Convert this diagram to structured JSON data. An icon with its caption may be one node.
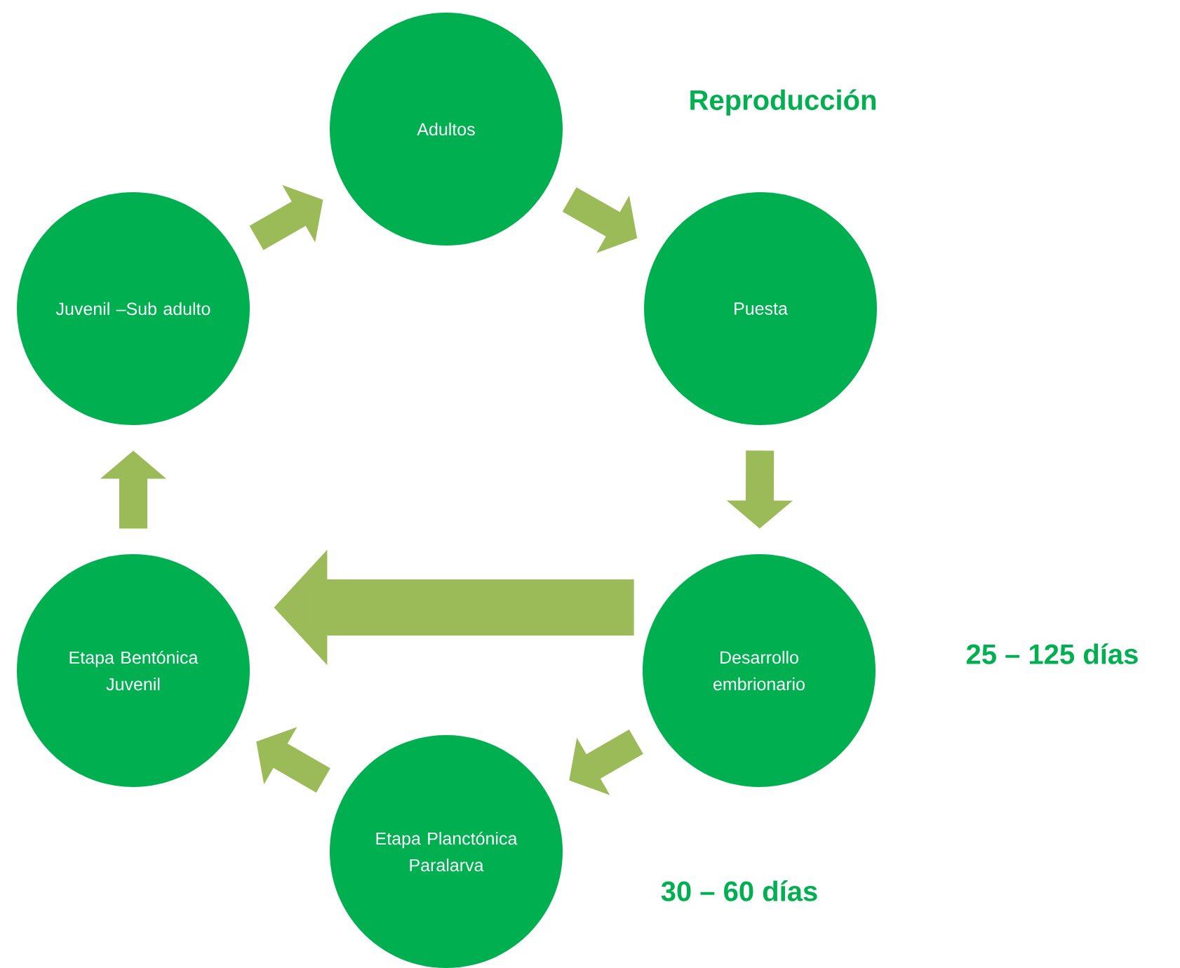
{
  "diagram": {
    "nodes": [
      {
        "text": [
          "Adultos"
        ]
      },
      {
        "text": [
          "Puesta"
        ]
      },
      {
        "text": [
          "Desarrollo embrionario"
        ]
      },
      {
        "text": [
          "Etapa Planctónica Paralarva"
        ]
      },
      {
        "text": [
          "Etapa Bentónica Juvenil"
        ]
      },
      {
        "text": [
          "Juvenil –Sub adulto"
        ]
      }
    ],
    "edges": [
      {
        "from": 0,
        "to": 1,
        "arrow": "to"
      },
      {
        "from": 1,
        "to": 2,
        "arrow": "to"
      },
      {
        "from": 2,
        "to": 3,
        "arrow": "to"
      },
      {
        "from": 3,
        "to": 4,
        "arrow": "to"
      },
      {
        "from": 2,
        "to": 4,
        "arrow": "to",
        "style": "thick"
      },
      {
        "from": 4,
        "to": 5,
        "arrow": "to"
      },
      {
        "from": 5,
        "to": 0,
        "arrow": "to"
      }
    ],
    "labels": [
      "Reproducción",
      "25 – 125 días",
      "30 – 60 días"
    ]
  }
}
